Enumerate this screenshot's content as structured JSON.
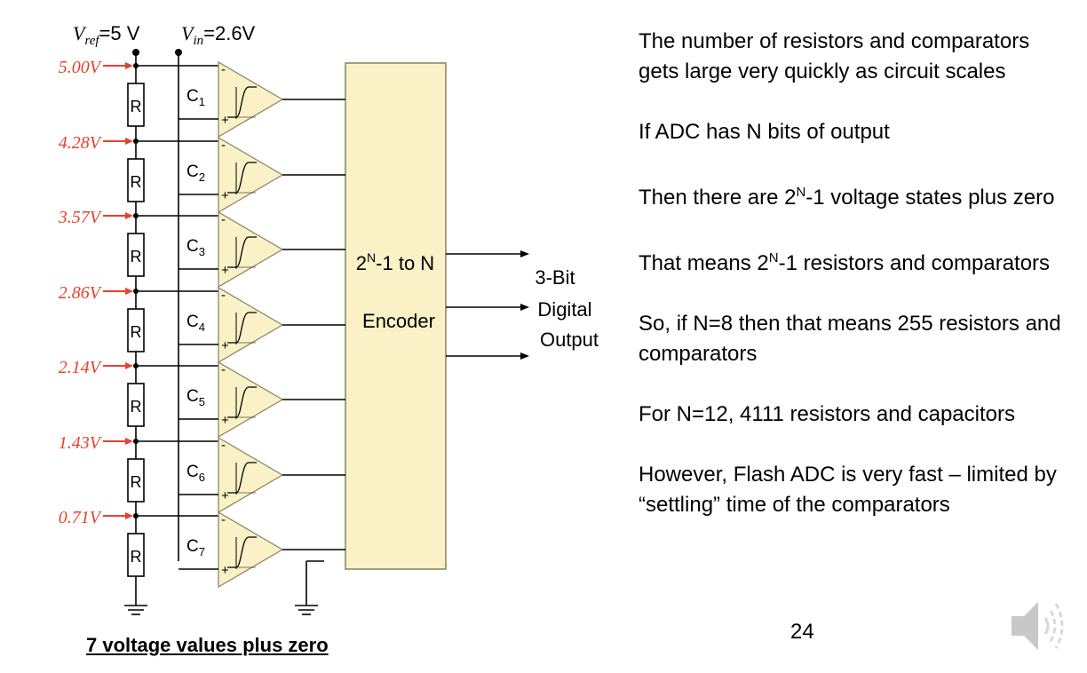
{
  "diagram": {
    "vref_label": "V",
    "vref_sub": "ref",
    "vref_value": "=5 V",
    "vin_label": "V",
    "vin_sub": "in",
    "vin_value": "=2.6V",
    "taps": [
      "5.00V",
      "4.28V",
      "3.57V",
      "2.86V",
      "2.14V",
      "1.43V",
      "0.71V"
    ],
    "resistor_label": "R",
    "comparators": [
      {
        "letter": "C",
        "sub": "1"
      },
      {
        "letter": "C",
        "sub": "2"
      },
      {
        "letter": "C",
        "sub": "3"
      },
      {
        "letter": "C",
        "sub": "4"
      },
      {
        "letter": "C",
        "sub": "5"
      },
      {
        "letter": "C",
        "sub": "6"
      },
      {
        "letter": "C",
        "sub": "7"
      }
    ],
    "minus_sign": "-",
    "plus_sign": "+",
    "encoder_line1_pre": "2",
    "encoder_line1_sup": "N",
    "encoder_line1_post": "-1 to N",
    "encoder_line2": "Encoder",
    "output_line1": "3-Bit",
    "output_line2": "Digital",
    "output_line3": "Output",
    "colors": {
      "tap_arrow": "#e8412c",
      "comparator_fill": "#fbf1c6"
    }
  },
  "caption": "7 voltage values plus zero",
  "bullets": {
    "b1": "The number of resistors and comparators gets large very quickly as circuit scales",
    "b2": "If ADC has N bits of output",
    "b3_pre": "Then there are 2",
    "b3_sup": "N",
    "b3_post": "-1 voltage states plus zero",
    "b4_pre": "That means 2",
    "b4_sup": "N",
    "b4_post": "-1 resistors and comparators",
    "b5": "So, if N=8 then that means 255 resistors and comparators",
    "b6": "For N=12, 4111 resistors and capacitors",
    "b7": "However, Flash ADC is very fast – limited by “settling” time of the comparators"
  },
  "page_number": "24",
  "icons": {
    "audio": "speaker-icon"
  }
}
